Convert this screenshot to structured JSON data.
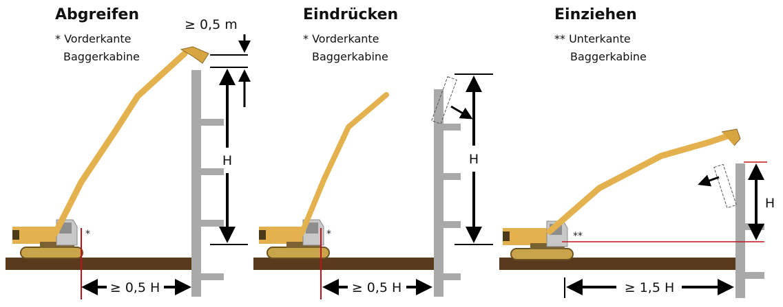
{
  "colors": {
    "wall": "#a9a9a9",
    "ground": "#5a3a1d",
    "boom": "#e3b14e",
    "red": "#c0121c",
    "arrow": "#000000"
  },
  "panels": [
    {
      "title": "Abgreifen",
      "note_line1": "* Vorderkante",
      "note_line2": "Baggerkabine",
      "marker": "*",
      "distance": "≥ 0,5 H",
      "height": "H",
      "clearance": "≥ 0,5 m"
    },
    {
      "title": "Eindrücken",
      "note_line1": "* Vorderkante",
      "note_line2": "Baggerkabine",
      "marker": "*",
      "distance": "≥ 0,5 H",
      "height": "H"
    },
    {
      "title": "Einziehen",
      "note_line1": "** Unterkante",
      "note_line2": "Baggerkabine",
      "marker": "**",
      "distance": "≥ 1,5 H",
      "height": "H"
    }
  ]
}
